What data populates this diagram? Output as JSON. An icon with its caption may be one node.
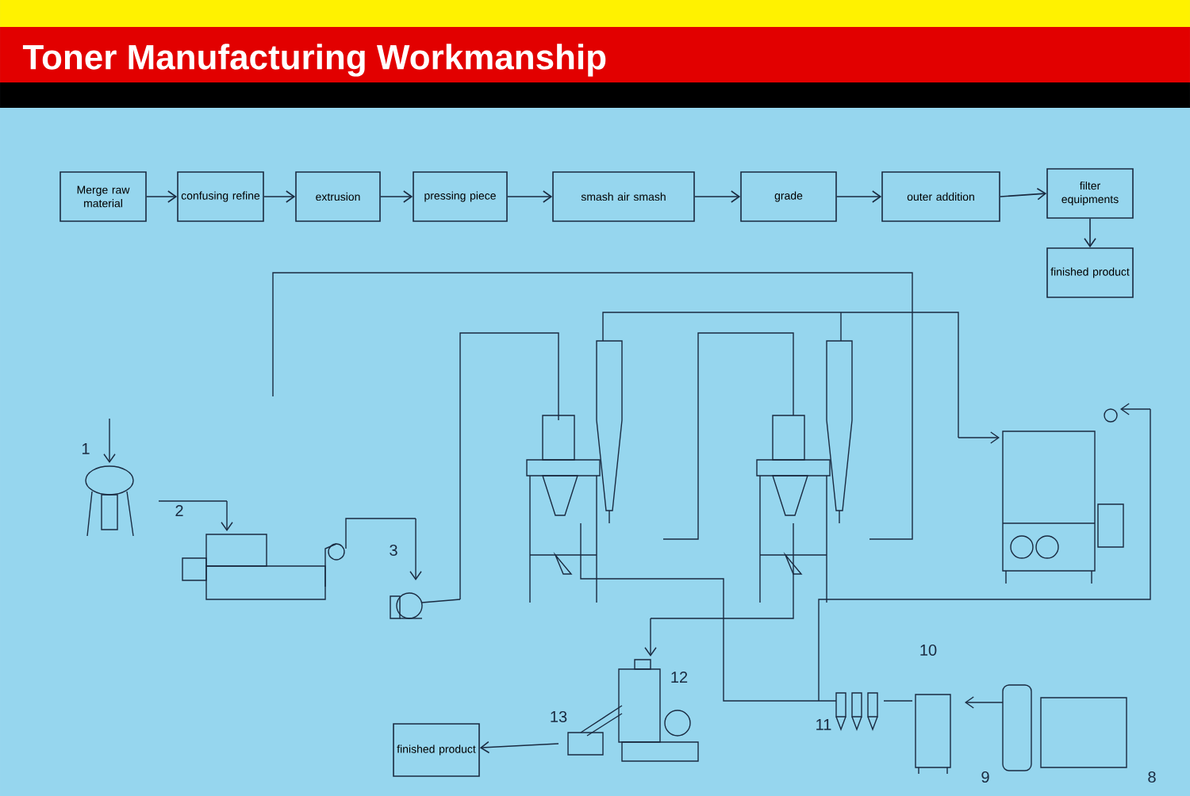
{
  "diagram": {
    "title": "Toner Manufacturing Workmanship",
    "nodes": [
      {
        "text": [
          "Merge raw material"
        ]
      },
      {
        "text": [
          "confusing refine"
        ]
      },
      {
        "text": [
          "extrusion"
        ]
      },
      {
        "text": [
          "pressing piece"
        ]
      },
      {
        "text": [
          "smash air smash"
        ]
      },
      {
        "text": [
          "grade"
        ]
      },
      {
        "text": [
          "outer addition"
        ]
      },
      {
        "text": [
          "filter equipments"
        ]
      },
      {
        "text": [
          "finished product"
        ]
      },
      {
        "text": [
          "finished product"
        ]
      }
    ],
    "edges": [
      {
        "from": 0,
        "to": 1,
        "arrow": "to"
      },
      {
        "from": 1,
        "to": 2,
        "arrow": "to"
      },
      {
        "from": 2,
        "to": 3,
        "arrow": "to"
      },
      {
        "from": 3,
        "to": 4,
        "arrow": "to"
      },
      {
        "from": 4,
        "to": 5,
        "arrow": "to"
      },
      {
        "from": 5,
        "to": 6,
        "arrow": "to"
      },
      {
        "from": 6,
        "to": 7,
        "arrow": "to"
      },
      {
        "from": 7,
        "to": 8,
        "arrow": "to"
      },
      {
        "from": null,
        "to": 9,
        "arrow": "to"
      }
    ],
    "labels": [
      "1",
      "2",
      "3",
      "10",
      "12",
      "13",
      "11",
      "9",
      "8"
    ]
  }
}
